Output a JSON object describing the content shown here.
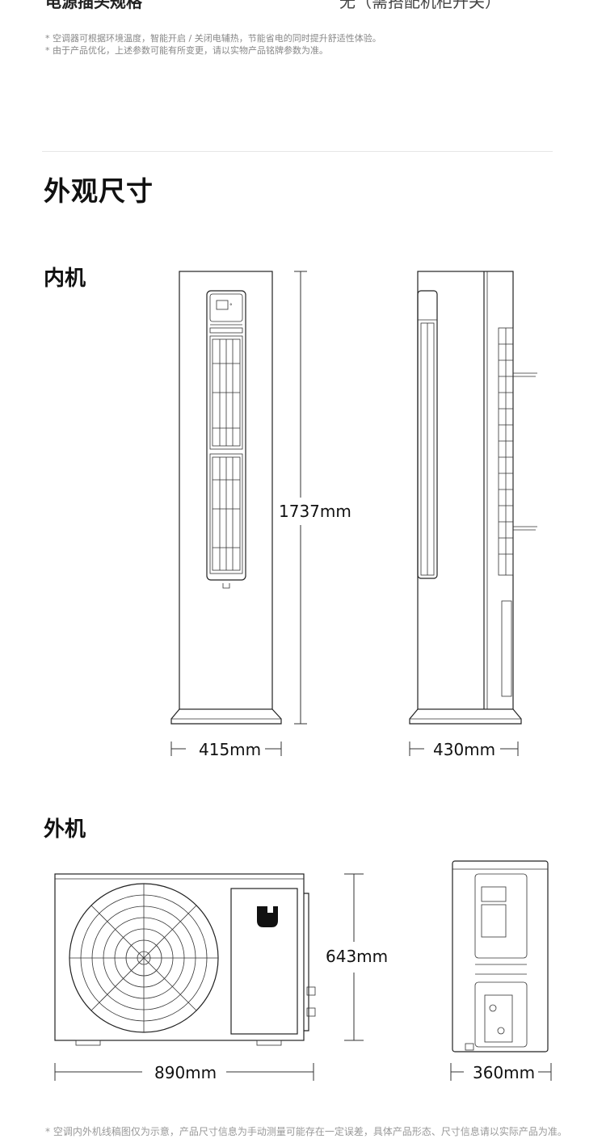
{
  "header": {
    "cut_title": "电源插头规格",
    "cut_value": "无（需搭配机柜开关）"
  },
  "notes": [
    "* 空调器可根据环境温度，智能开启 / 关闭电辅热，节能省电的同时提升舒适性体验。",
    "* 由于产品优化，上述参数可能有所变更，请以实物产品铭牌参数为准。"
  ],
  "section": {
    "title": "外观尺寸"
  },
  "indoor": {
    "title": "内机",
    "height": "1737mm",
    "width": "415mm",
    "depth": "430mm"
  },
  "outdoor": {
    "title": "外机",
    "height": "643mm",
    "width": "890mm",
    "depth": "360mm"
  },
  "footer": "* 空调内外机线稿图仅为示意，产品尺寸信息为手动测量可能存在一定误差，具体产品形态、尺寸信息请以实际产品为准。",
  "icons": {
    "logo": "mijia-logo-icon"
  }
}
